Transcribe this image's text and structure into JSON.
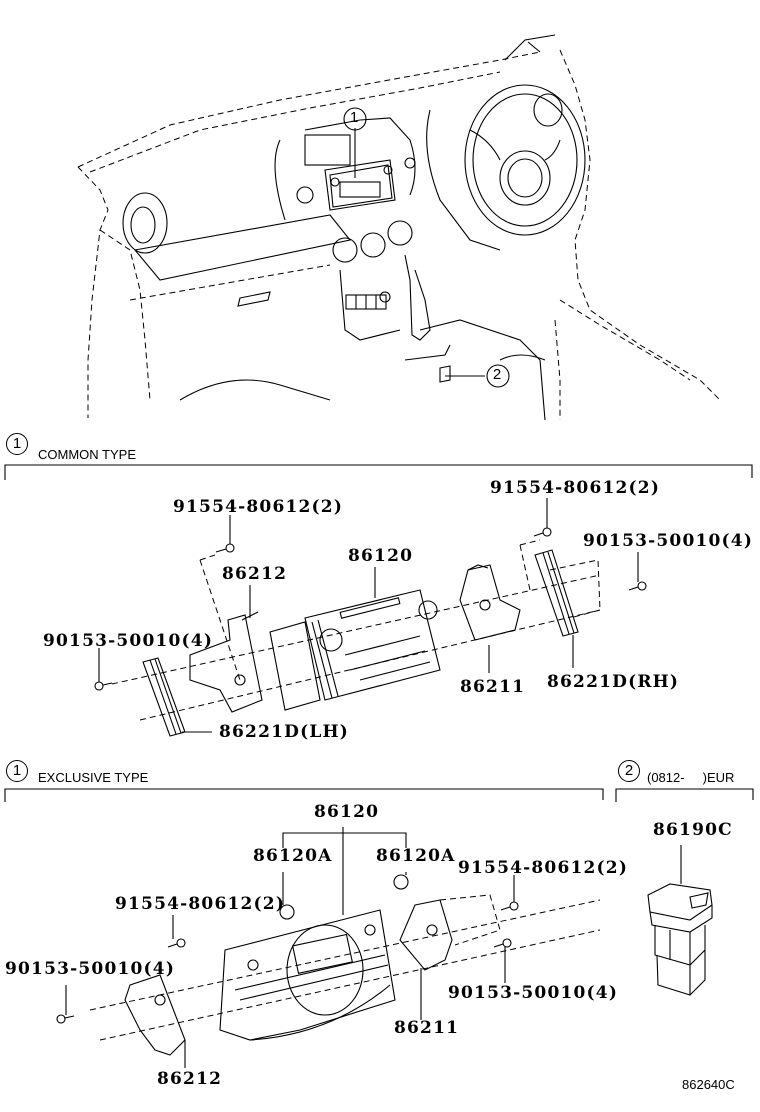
{
  "overview": {
    "callouts": [
      {
        "id": "1",
        "target": "audio-unit"
      },
      {
        "id": "2",
        "target": "console-switch"
      }
    ]
  },
  "sections": {
    "common": {
      "marker": "1",
      "title": "COMMON TYPE",
      "labels": {
        "bolt_left": "91554-80612(2)",
        "bracket_lh": "86212",
        "radio": "86120",
        "bolt_right": "91554-80612(2)",
        "screw_right": "90153-50010(4)",
        "screw_left": "90153-50010(4)",
        "bracket_rh": "86211",
        "panel_rh": "86221D(RH)",
        "panel_lh": "86221D(LH)"
      }
    },
    "exclusive": {
      "marker": "1",
      "title": "EXCLUSIVE TYPE",
      "labels": {
        "radio": "86120",
        "knob_left": "86120A",
        "knob_right": "86120A",
        "bolt_right": "91554-80612(2)",
        "bolt_left": "91554-80612(2)",
        "screw_left": "90153-50010(4)",
        "screw_right": "90153-50010(4)",
        "bracket_rh": "86211",
        "bracket_lh": "86212"
      }
    },
    "switch": {
      "marker": "2",
      "title": "(0812-     )EUR",
      "labels": {
        "switch": "86190C"
      }
    }
  },
  "footer": {
    "diagram_code": "862640C"
  }
}
